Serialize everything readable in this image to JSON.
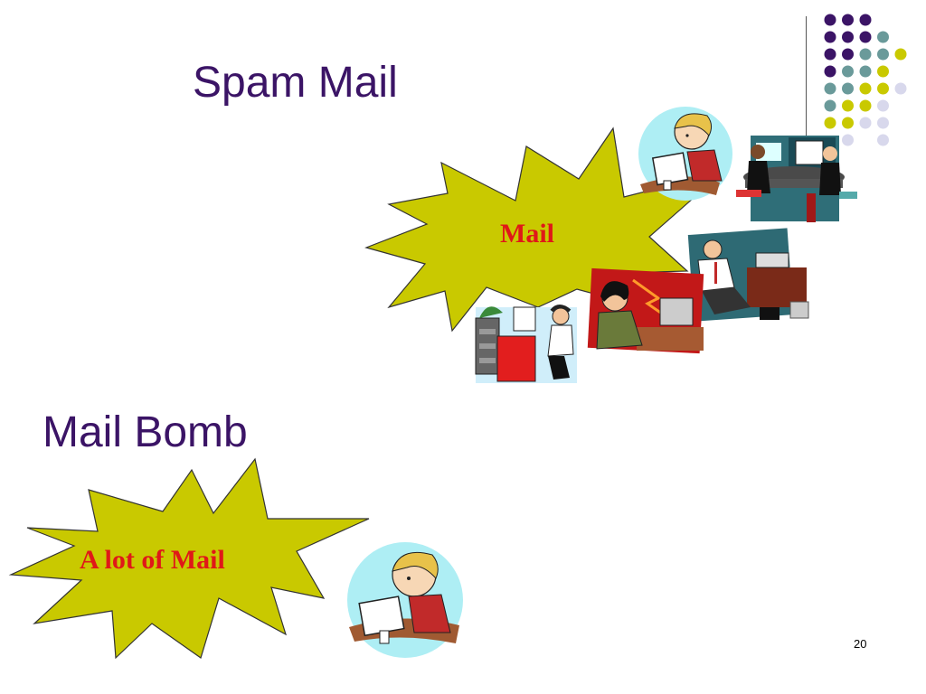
{
  "slide": {
    "title_spam": "Spam Mail",
    "title_bomb": "Mail Bomb",
    "burst_mail": "Mail",
    "burst_lot": "A lot of  Mail",
    "page_number": "20"
  },
  "colors": {
    "title": "#3b1466",
    "burst_fill": "#c9c900",
    "burst_text": "#e01818",
    "dot_purple": "#3b1466",
    "dot_teal": "#6a9a9a",
    "dot_yellow": "#c9c900",
    "dot_lavender": "#d8d8ec"
  },
  "icons": [
    "office-worker-clipart-icon",
    "meeting-clipart-icon",
    "businessman-desk-clipart-icon",
    "angry-woman-clipart-icon",
    "woman-computer-clipart-icon",
    "dot-grid-decoration"
  ]
}
